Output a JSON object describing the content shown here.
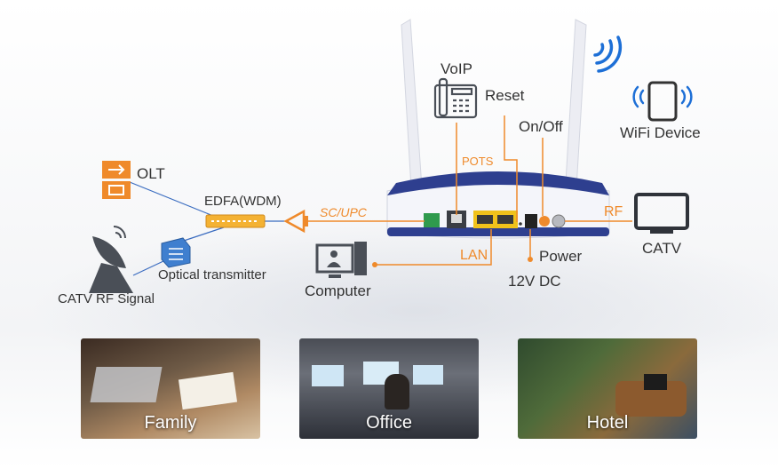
{
  "labels": {
    "voip": "VoIP",
    "reset": "Reset",
    "on_off": "On/Off",
    "wifi_device": "WiFi Device",
    "olt": "OLT",
    "edfa": "EDFA(WDM)",
    "sc_upc": "SC/UPC",
    "pots": "POTS",
    "rf": "RF",
    "catv": "CATV",
    "lan": "LAN",
    "power": "Power",
    "dc": "12V DC",
    "computer": "Computer",
    "optical_transmitter": "Optical transmitter",
    "catv_rf_signal": "CATV RF Signal"
  },
  "scenes": [
    {
      "label": "Family"
    },
    {
      "label": "Office"
    },
    {
      "label": "Hotel"
    }
  ],
  "colors": {
    "accent": "#ef8a2b",
    "router_blue": "#2e3f8f",
    "icon_gray": "#4a4f57",
    "wifi_blue": "#1d6fd6",
    "fiber_blue": "#3a6cc0"
  },
  "icons": [
    "phone-icon",
    "wifi-signal-icon",
    "tablet-icon",
    "olt-icon",
    "edfa-icon",
    "optical-transmitter-icon",
    "satellite-dish-icon",
    "tv-icon",
    "computer-icon",
    "connector-icon"
  ]
}
